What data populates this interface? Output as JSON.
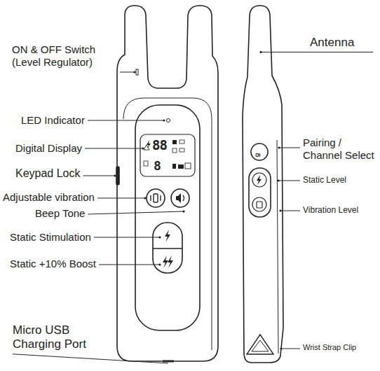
{
  "diagram": {
    "labels": [
      "ON & OFF Switch (Level Regulator)",
      "LED Indicator",
      "Digital Display",
      "Keypad Lock",
      "Adjustable vibration",
      "Beep Tone",
      "Static Stimulation",
      "Static +10% Boost",
      "Micro USB Charging Port",
      "Antenna",
      "Pairing / Channel Select",
      "Static Level",
      "Vibration Level",
      "Wrist Strap Clip",
      "88",
      "8",
      "CH"
    ]
  }
}
